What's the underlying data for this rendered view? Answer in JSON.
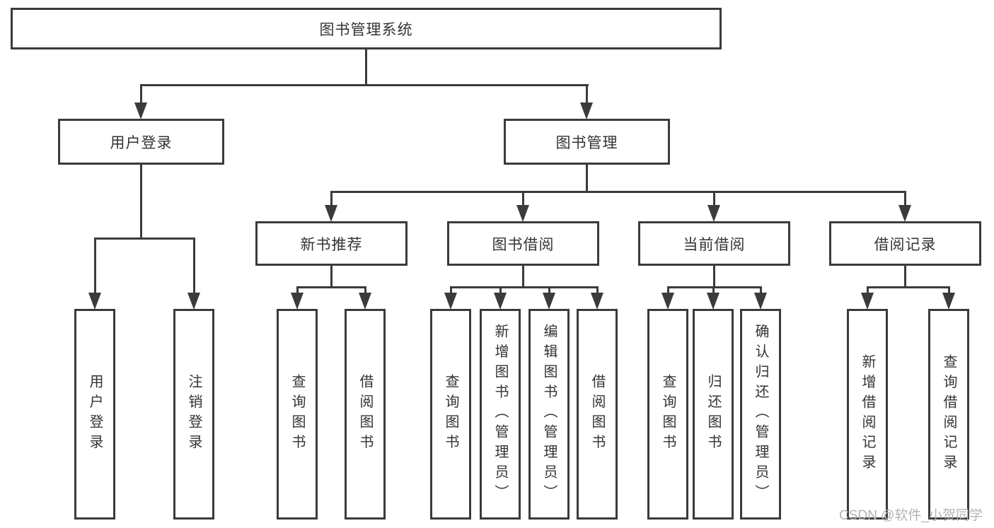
{
  "colors": {
    "line": "#3b3b3b",
    "text": "#333333",
    "background": "#ffffff",
    "watermark": "#b3b3b3"
  },
  "root": {
    "label": "图书管理系统"
  },
  "level1": [
    {
      "label": "用户登录"
    },
    {
      "label": "图书管理"
    }
  ],
  "level2": [
    {
      "label": "新书推荐"
    },
    {
      "label": "图书借阅"
    },
    {
      "label": "当前借阅"
    },
    {
      "label": "借阅记录"
    }
  ],
  "leaves": {
    "login": [
      {
        "label": "用户登录"
      },
      {
        "label": "注销登录"
      }
    ],
    "recommend": [
      {
        "label": "查询图书"
      },
      {
        "label": "借阅图书"
      }
    ],
    "borrow": [
      {
        "label": "查询图书"
      },
      {
        "label": "新增图书（管理员）"
      },
      {
        "label": "编辑图书（管理员）"
      },
      {
        "label": "借阅图书"
      }
    ],
    "current": [
      {
        "label": "查询图书"
      },
      {
        "label": "归还图书"
      },
      {
        "label": "确认归还（管理员）"
      }
    ],
    "records": [
      {
        "label": "新增借阅记录"
      },
      {
        "label": "查询借阅记录"
      }
    ]
  },
  "watermark": {
    "text": "CSDN @软件_小贺同学"
  }
}
